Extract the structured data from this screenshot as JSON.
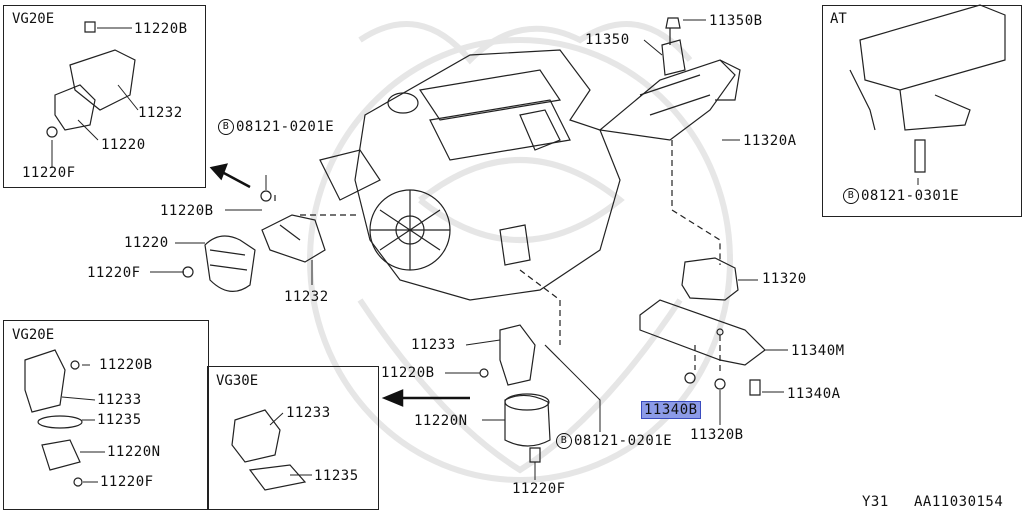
{
  "boxes": {
    "vg20e_top": "VG20E",
    "at": "AT",
    "vg20e_bottom": "VG20E",
    "vg30e": "VG30E"
  },
  "bolt_symbol": "B",
  "labels": {
    "p11220B_top": "11220B",
    "p11232_top": "11232",
    "p11220_top": "11220",
    "p11220F_top": "11220F",
    "p08121_left": "08121-0201E",
    "p11220B_mid": "11220B",
    "p11220_mid": "11220",
    "p11220F_mid": "11220F",
    "p11232_mid": "11232",
    "p11350B": "11350B",
    "p11350": "11350",
    "p11320A": "11320A",
    "p08121_at": "08121-0301E",
    "p11320": "11320",
    "p11340M": "11340M",
    "p11340A": "11340A",
    "p11340B": "11340B",
    "p11320B": "11320B",
    "p11233_c": "11233",
    "p11220B_c": "11220B",
    "p11220N_c": "11220N",
    "p08121_c": "08121-0201E",
    "p11220F_c": "11220F",
    "p11220B_bl": "11220B",
    "p11233_bl": "11233",
    "p11235_bl": "11235",
    "p11220N_bl": "11220N",
    "p11220F_bl": "11220F",
    "p11233_vg30": "11233",
    "p11235_vg30": "11235"
  },
  "footer": {
    "model": "Y31",
    "diagram_id": "AA11030154"
  }
}
